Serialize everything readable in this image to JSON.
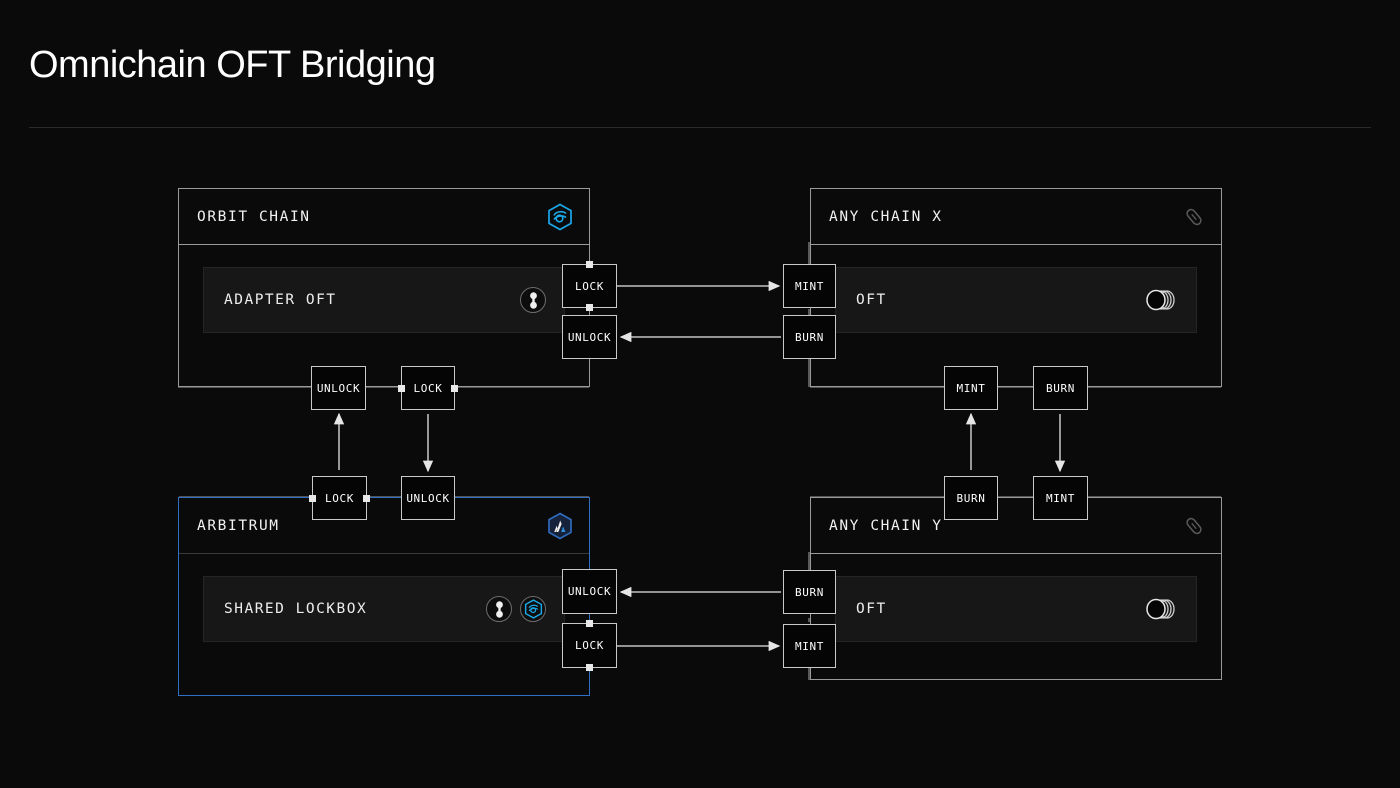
{
  "page": {
    "title": "Omnichain OFT Bridging",
    "background": "#0a0a0a",
    "accent_blue": "#2f6fc4",
    "logo_blue": "#1ba8e8",
    "line_gray": "#9a9a9a"
  },
  "panels": [
    {
      "id": "orbit-chain",
      "title": "ORBIT CHAIN",
      "header_icon": "orbit-hexagon-logo-icon",
      "accent": false,
      "card": {
        "label": "ADAPTER OFT",
        "icons": [
          "token-link-icon"
        ]
      }
    },
    {
      "id": "any-chain-x",
      "title": "ANY CHAIN X",
      "header_icon": "link-chain-icon",
      "accent": false,
      "card": {
        "label": "OFT",
        "icons": [
          "stacked-coins-icon"
        ]
      }
    },
    {
      "id": "arbitrum",
      "title": "ARBITRUM",
      "header_icon": "arbitrum-hexagon-logo-icon",
      "accent": true,
      "card": {
        "label": "SHARED LOCKBOX",
        "icons": [
          "token-link-icon",
          "orbit-hexagon-logo-icon"
        ]
      }
    },
    {
      "id": "any-chain-y",
      "title": "ANY CHAIN Y",
      "header_icon": "link-chain-icon",
      "accent": false,
      "card": {
        "label": "OFT",
        "icons": [
          "stacked-coins-icon"
        ]
      }
    }
  ],
  "nodes": {
    "orbit_lock": "LOCK",
    "orbit_unlock": "UNLOCK",
    "x_mint": "MINT",
    "x_burn": "BURN",
    "mid_unlock_left": "UNLOCK",
    "mid_lock_right": "LOCK",
    "mid_lock_bottom": "LOCK",
    "mid_unlock_bottom": "UNLOCK",
    "midr_mint_top": "MINT",
    "midr_burn_top": "BURN",
    "midr_burn_bottom": "BURN",
    "midr_mint_bottom": "MINT",
    "arb_unlock": "UNLOCK",
    "arb_lock": "LOCK",
    "y_burn": "BURN",
    "y_mint": "MINT"
  },
  "flows": [
    {
      "from": "orbit_lock",
      "to": "x_mint",
      "direction": "right"
    },
    {
      "from": "x_burn",
      "to": "orbit_unlock",
      "direction": "left"
    },
    {
      "from": "mid_lock_bottom",
      "to": "mid_unlock_left",
      "direction": "up"
    },
    {
      "from": "mid_lock_right",
      "to": "mid_unlock_bottom",
      "direction": "down"
    },
    {
      "from": "midr_burn_bottom",
      "to": "midr_mint_top",
      "direction": "up"
    },
    {
      "from": "midr_burn_top",
      "to": "midr_mint_bottom",
      "direction": "down"
    },
    {
      "from": "y_burn",
      "to": "arb_unlock",
      "direction": "left"
    },
    {
      "from": "arb_lock",
      "to": "y_mint",
      "direction": "right"
    }
  ]
}
